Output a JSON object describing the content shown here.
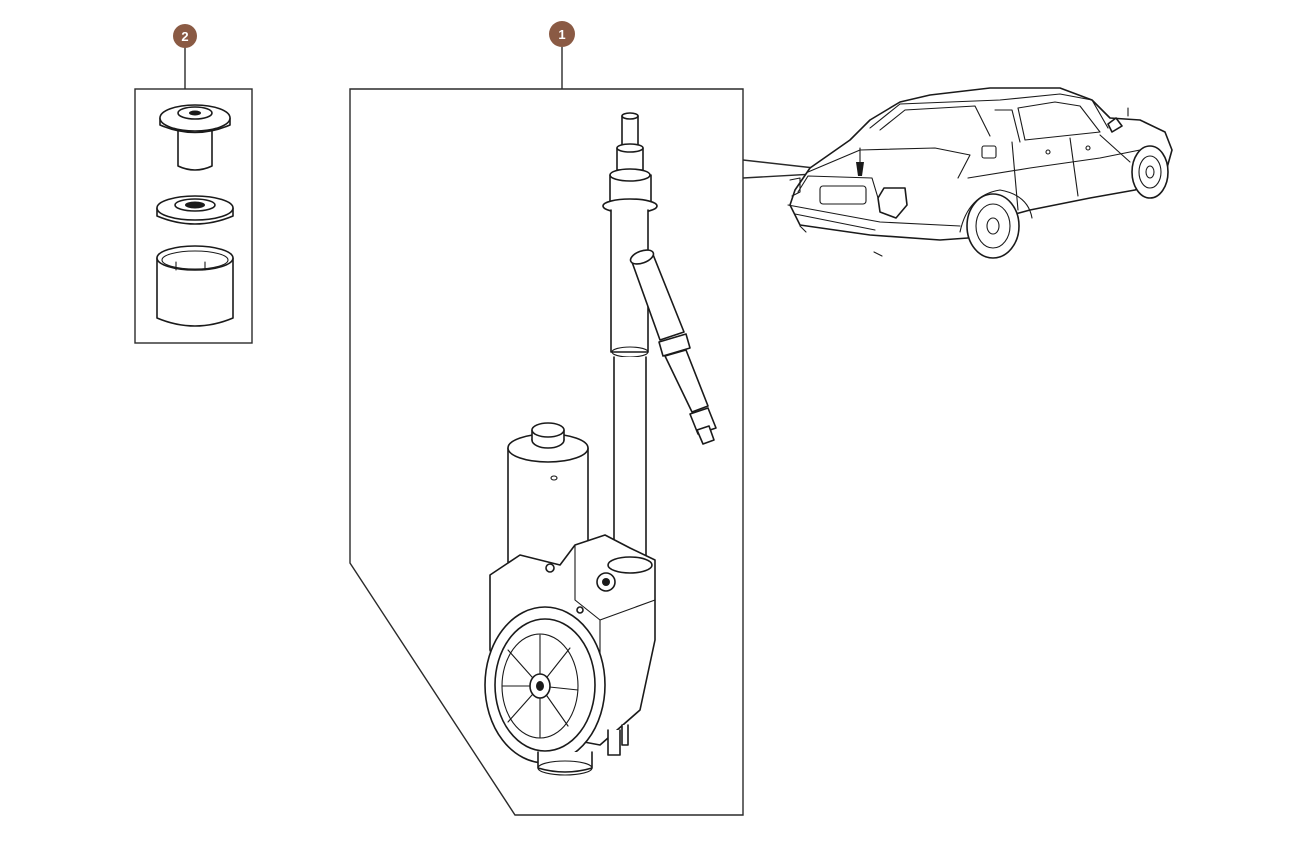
{
  "callouts": [
    {
      "number": "1",
      "part": "antenna-assembly"
    },
    {
      "number": "2",
      "part": "grommet-kit"
    }
  ],
  "colors": {
    "badge": "#8a5a44",
    "line": "#1a1a1a",
    "background": "#ffffff"
  }
}
